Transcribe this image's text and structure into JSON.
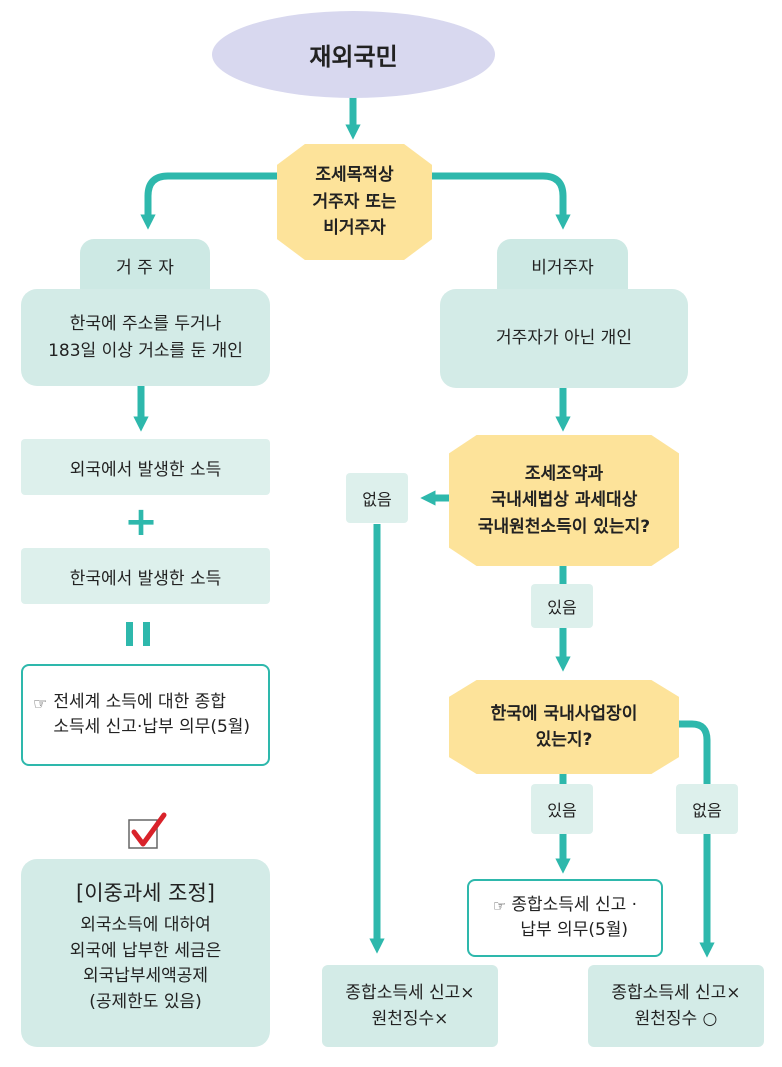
{
  "root": "재외국민",
  "decision_main": "조세목적상\n거주자 또는\n비거주자",
  "resident": {
    "tab": "거 주 자",
    "definition": "한국에 주소를 두거나\n183일 이상 거소를 둔 개인",
    "income_foreign": "외국에서 발생한 소득",
    "plus_symbol": "+",
    "income_domestic": "한국에서 발생한 소득",
    "equals_symbol": "=",
    "obligation_icon": "☞",
    "obligation": "전세계 소득에 대한 종합\n소득세 신고·납부 의무(5월)",
    "double_tax_title": "[이중과세 조정]",
    "double_tax_body": "외국소득에 대하여\n외국에 납부한 세금은\n외국납부세액공제\n(공제한도 있음)"
  },
  "nonresident": {
    "tab": "비거주자",
    "definition": "거주자가 아닌 개인",
    "q1": "조세조약과\n국내세법상 과세대상\n국내원천소득이 있는지?",
    "q1_no": "없음",
    "q1_yes": "있음",
    "q2": "한국에 국내사업장이\n있는지?",
    "q2_yes": "있음",
    "q2_no": "없음",
    "obligation_icon": "☞",
    "obligation": "종합소득세 신고 ·\n납부 의무(5월)",
    "result_none": "종합소득세 신고×\n원천징수×",
    "result_withhold": "종합소득세 신고×\n원천징수 ○"
  },
  "colors": {
    "teal": "#2eb8ac",
    "mint": "#d3ebe7",
    "decision": "#fde39a",
    "ellipse": "#d8d8ef",
    "check": "#d9222a"
  }
}
